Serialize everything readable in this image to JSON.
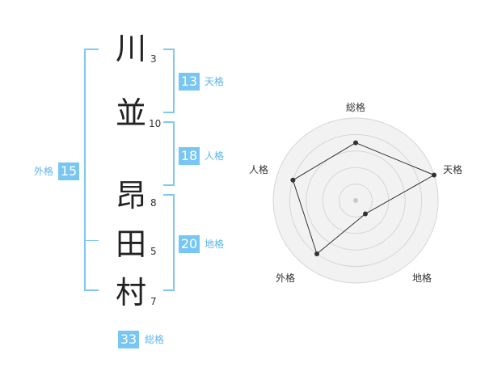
{
  "name": {
    "chars": [
      "川",
      "並",
      "昂",
      "田",
      "村"
    ],
    "strokes": [
      "3",
      "10",
      "8",
      "5",
      "7"
    ]
  },
  "kakusu": {
    "tenkaku": {
      "value": "13",
      "label": "天格"
    },
    "jinkaku": {
      "value": "18",
      "label": "人格"
    },
    "chikaku": {
      "value": "20",
      "label": "地格"
    },
    "gaikaku": {
      "value": "15",
      "label": "外格"
    },
    "soukaku": {
      "value": "33",
      "label": "総格"
    }
  },
  "chart_data": {
    "type": "radar",
    "axes": [
      "総格",
      "天格",
      "地格",
      "外格",
      "人格"
    ],
    "values": [
      3.5,
      5,
      1,
      4,
      4
    ],
    "rmax": 5,
    "rings": 5,
    "colors": {
      "fill": "#f2f2f2",
      "ring": "#d6d6d6",
      "line": "#333333",
      "point": "#333333",
      "center": "#c8c8c8"
    }
  }
}
